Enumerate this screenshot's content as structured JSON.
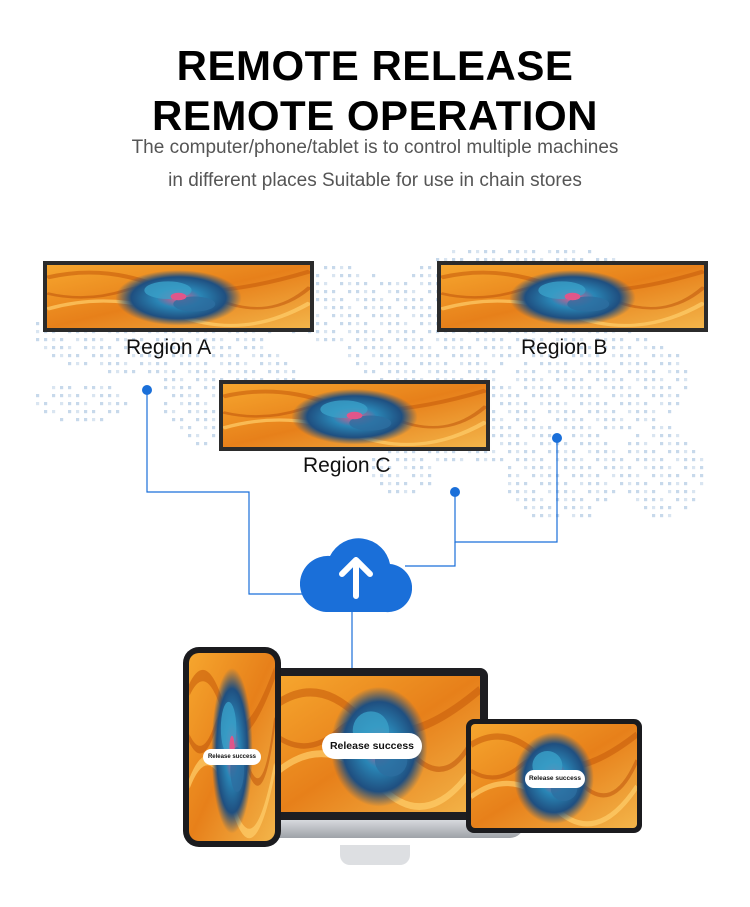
{
  "header": {
    "title_line1": "REMOTE RELEASE",
    "title_line2": "REMOTE OPERATION",
    "subtitle_line1": "The computer/phone/tablet is to control multiple machines",
    "subtitle_line2": "in different places Suitable for use in chain stores"
  },
  "regions": [
    {
      "label": "Region A"
    },
    {
      "label": "Region B"
    },
    {
      "label": "Region C"
    }
  ],
  "devices": {
    "phone_toast": "Release success",
    "laptop_toast": "Release success",
    "tablet_toast": "Release success"
  },
  "colors": {
    "accent": "#1a6fd9",
    "display_bezel": "#2b2b2b",
    "map_dots": "#b9cfe6",
    "artwork_orange": "#e9871d",
    "artwork_blue": "#2b7fb0"
  },
  "icons": {
    "cloud": "cloud-upload-icon"
  }
}
